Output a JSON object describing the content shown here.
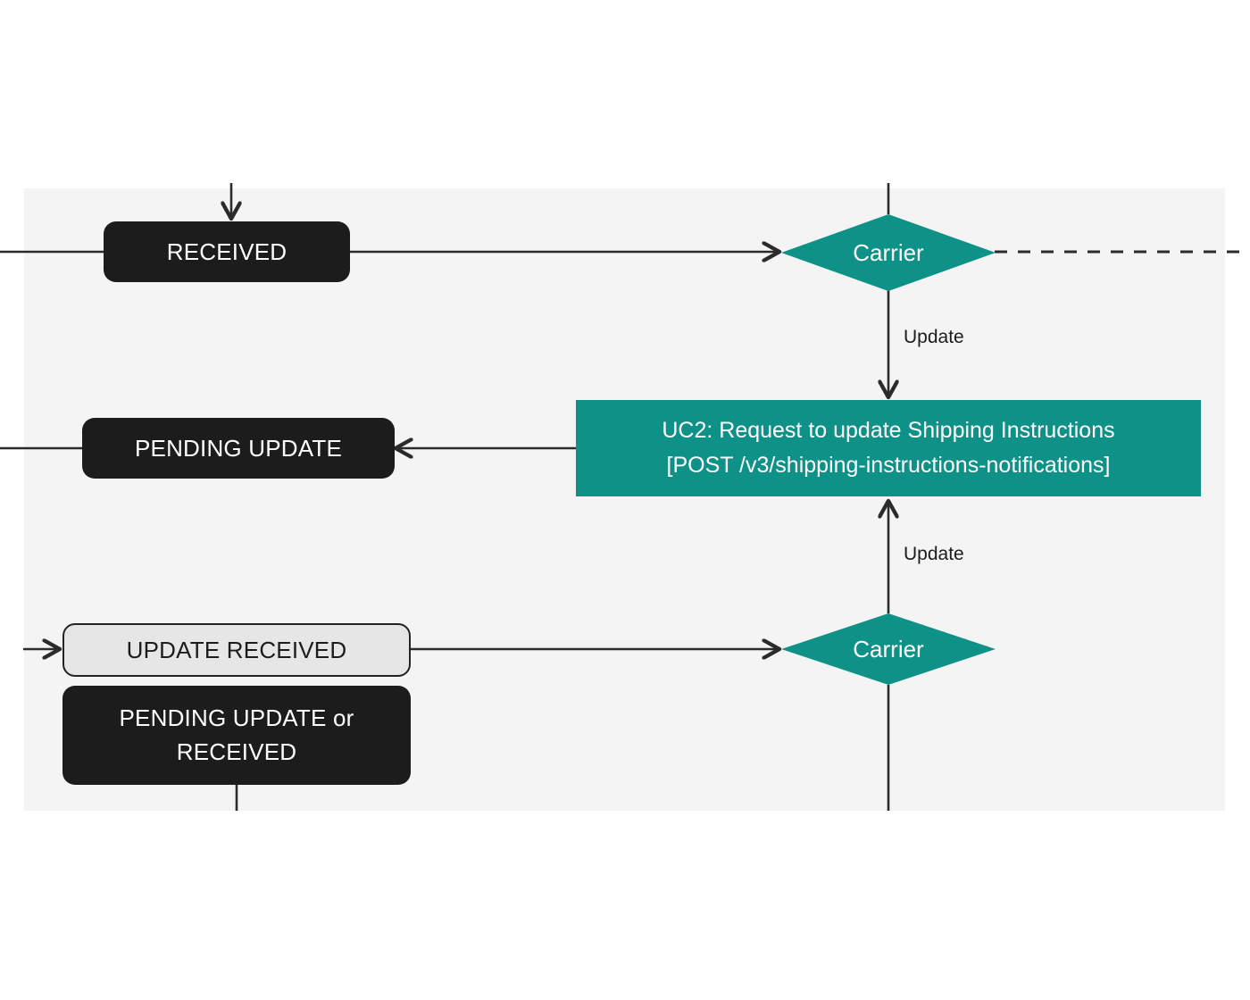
{
  "diagram": {
    "type": "flowchart",
    "canvas_background": "#f4f4f4",
    "page_background": "#ffffff",
    "accent_color": "#0e9187",
    "dark_node_color": "#1c1c1c",
    "light_node_color": "#e6e6e6",
    "line_color": "#2b2b2b",
    "nodes": {
      "received": {
        "label": "RECEIVED",
        "shape": "rounded-rect",
        "style": "dark"
      },
      "pending_update": {
        "label": "PENDING UPDATE",
        "shape": "rounded-rect",
        "style": "dark"
      },
      "update_received": {
        "label": "UPDATE RECEIVED",
        "shape": "rounded-rect",
        "style": "light-outlined"
      },
      "pending_update_or_received": {
        "line1": "PENDING UPDATE or",
        "line2": "RECEIVED",
        "shape": "rounded-rect",
        "style": "dark"
      },
      "uc2": {
        "line1": "UC2: Request to update Shipping Instructions",
        "line2": "[POST /v3/shipping-instructions-notifications]",
        "shape": "rect",
        "style": "teal"
      },
      "carrier_top": {
        "label": "Carrier",
        "shape": "diamond",
        "style": "teal"
      },
      "carrier_bottom": {
        "label": "Carrier",
        "shape": "diamond",
        "style": "teal"
      }
    },
    "edge_labels": {
      "update_top": "Update",
      "update_bottom": "Update"
    }
  }
}
